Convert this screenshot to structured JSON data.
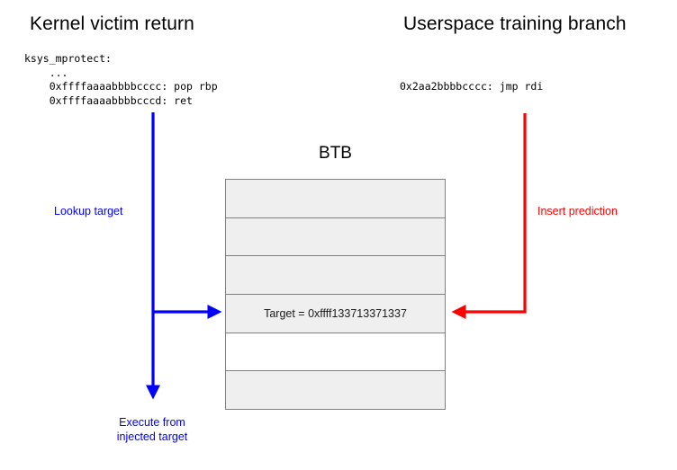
{
  "diagram": {
    "title_left": "Kernel victim return",
    "title_right": "Userspace training branch",
    "code_left": "ksys_mprotect:\n    ...\n    0xffffaaaabbbbcccc: pop rbp\n    0xffffaaaabbbbcccd: ret",
    "code_right": "0x2aa2bbbbcccc: jmp rdi",
    "btb": {
      "title": "BTB",
      "rows": [
        {
          "text": "",
          "filled": true
        },
        {
          "text": "",
          "filled": true
        },
        {
          "text": "",
          "filled": true
        },
        {
          "text": "Target = 0xffff133713371337",
          "filled": true
        },
        {
          "text": "",
          "filled": false
        },
        {
          "text": "",
          "filled": true
        }
      ]
    },
    "labels": {
      "lookup": "Lookup target",
      "execute": "Execute from\ninjected target",
      "insert": "Insert prediction"
    },
    "colors": {
      "victim_arrow": "#0000ff",
      "attacker_arrow": "#ff0000",
      "table_border": "#808080",
      "table_fill": "#efefef",
      "background": "#ffffff",
      "text": "#000000"
    }
  }
}
